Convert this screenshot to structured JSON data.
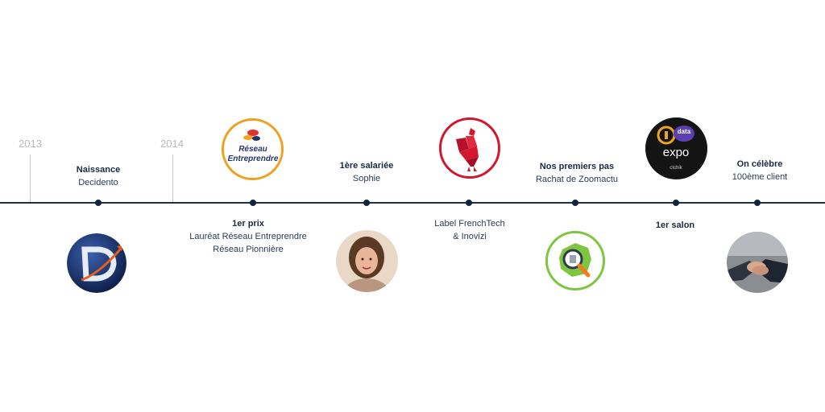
{
  "years": {
    "y2013": "2013",
    "y2014": "2014"
  },
  "events": [
    {
      "title": "Naissance",
      "line1": "Decidento",
      "line2": ""
    },
    {
      "title": "1er prix",
      "line1": "Lauréat Réseau Entreprendre",
      "line2": "Réseau Pionnière"
    },
    {
      "title": "1ère salariée",
      "line1": "Sophie",
      "line2": ""
    },
    {
      "title": "Label FrenchTech",
      "line1": "& Inovizi",
      "line2": ""
    },
    {
      "title": "Nos premiers pas",
      "line1": "Rachat de Zoomactu",
      "line2": ""
    },
    {
      "title": "1er salon",
      "line1": "",
      "line2": ""
    },
    {
      "title": "On célèbre",
      "line1": "100ème client",
      "line2": ""
    }
  ],
  "logos": {
    "reseau_line1": "Réseau",
    "reseau_line2": "Entreprendre",
    "expo_data": "data",
    "expo_word": "expo",
    "expo_small": "ctchik"
  },
  "colors": {
    "axis": "#1e2f4d",
    "reseau_ring": "#f0a020",
    "frenchtech": "#d3172e",
    "zoomactu_ring": "#7ec540"
  }
}
